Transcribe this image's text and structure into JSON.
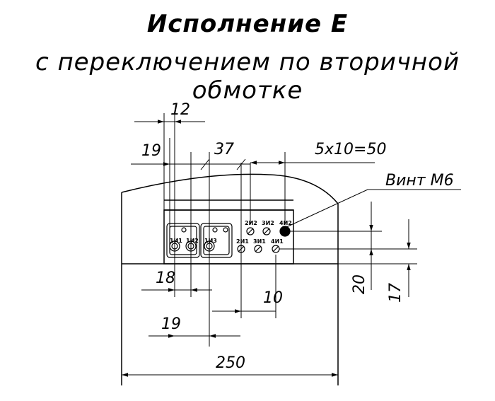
{
  "title": "Исполнение Е",
  "subtitle": "с переключением по вторичной обмотке",
  "dimensions": {
    "d12": "12",
    "d19_top": "19",
    "d37": "37",
    "d5x10": "5х10=50",
    "screw": "Винт М6",
    "d18": "18",
    "d10": "10",
    "d19_bottom": "19",
    "d20": "20",
    "d17": "17",
    "d250": "250"
  },
  "terminals": {
    "t1": "1И1",
    "t2": "1И2",
    "t3": "2И1",
    "t4": "2И2",
    "t5": "3И2",
    "t6": "4И2",
    "t7": "3И1",
    "t8": "4И1",
    "t9": "1И3"
  }
}
